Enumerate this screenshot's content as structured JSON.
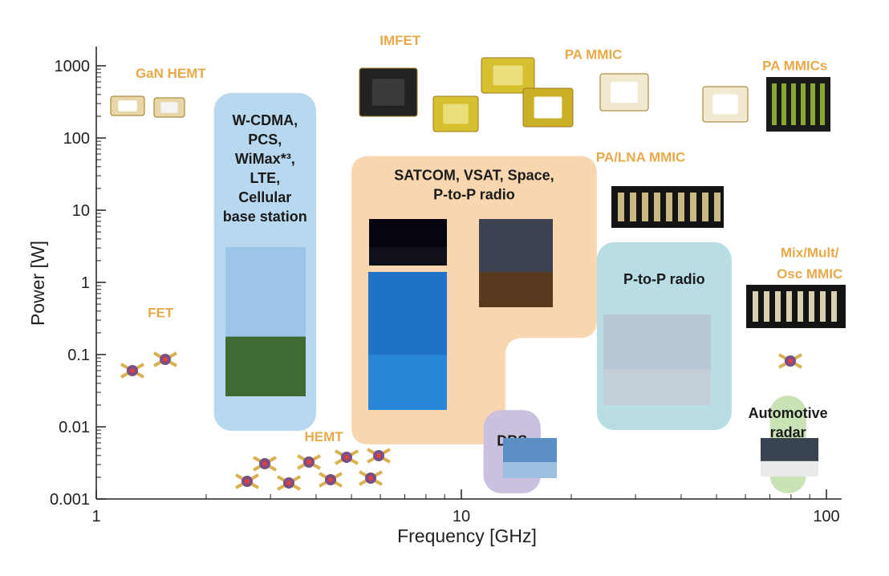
{
  "chart_data": {
    "type": "diagram",
    "xlabel": "Frequency [GHz]",
    "ylabel": "Power [W]",
    "xscale": "log",
    "yscale": "log",
    "xlim": [
      1,
      110
    ],
    "ylim": [
      0.001,
      2000
    ],
    "x_ticks": [
      {
        "value": 1,
        "label": "1"
      },
      {
        "value": 10,
        "label": "10"
      },
      {
        "value": 100,
        "label": "100"
      }
    ],
    "y_ticks": [
      {
        "value": 1000,
        "label": "1000"
      },
      {
        "value": 100,
        "label": "100"
      },
      {
        "value": 10,
        "label": "10"
      },
      {
        "value": 1,
        "label": "1"
      },
      {
        "value": 0.1,
        "label": "0.1"
      },
      {
        "value": 0.01,
        "label": "0.01"
      },
      {
        "value": 0.001,
        "label": "0.001"
      }
    ],
    "regions": [
      {
        "name": "cellular",
        "label_lines": [
          "W-CDMA,",
          "PCS,",
          "WiMax*³,",
          "LTE,",
          "Cellular",
          "base station"
        ],
        "x_range": [
          2.1,
          4.0
        ],
        "y_range": [
          0.0088,
          420
        ],
        "color": "#b7d8ee"
      },
      {
        "name": "satcom",
        "label_lines": [
          "SATCOM, VSAT, Space,",
          "P-to-P radio"
        ],
        "x_range": [
          5.0,
          23.5
        ],
        "y_range": [
          0.0057,
          56
        ],
        "color": "#f8d7b0"
      },
      {
        "name": "dbs",
        "label_lines": [
          "DBS"
        ],
        "x_range": [
          11.5,
          16.5
        ],
        "y_range": [
          0.0012,
          0.017
        ],
        "color": "#cbc1de"
      },
      {
        "name": "p2p-radio",
        "label_lines": [
          "P-to-P radio"
        ],
        "x_range": [
          23.5,
          55
        ],
        "y_range": [
          0.009,
          3.6
        ],
        "color": "#b9dde4"
      },
      {
        "name": "automotive",
        "label_lines": [
          "Automotive",
          "radar"
        ],
        "x_range": [
          70,
          88
        ],
        "y_range": [
          0.0012,
          0.027
        ],
        "color": "#c9e3b7"
      }
    ],
    "device_labels": [
      {
        "name": "gan-hemt",
        "text": "GaN HEMT",
        "x": 1.6,
        "y": 680
      },
      {
        "name": "imfet",
        "text": "IMFET",
        "x": 6.8,
        "y": 1950
      },
      {
        "name": "pa-mmic",
        "text": "PA MMIC",
        "x": 23,
        "y": 1250
      },
      {
        "name": "pa-mmics",
        "text": "PA MMICs",
        "x": 82,
        "y": 870
      },
      {
        "name": "pa-lna-mmic",
        "text": "PA/LNA MMIC",
        "x": 31,
        "y": 47
      },
      {
        "name": "mix-mult-osc-line1",
        "text": "Mix/Mult/",
        "x": 90,
        "y": 2.25
      },
      {
        "name": "mix-mult-osc-line2",
        "text": "Osc MMIC",
        "x": 90,
        "y": 1.13
      },
      {
        "name": "fet",
        "text": "FET",
        "x": 1.5,
        "y": 0.33
      },
      {
        "name": "hemt",
        "text": "HEMT",
        "x": 4.2,
        "y": 0.0063
      }
    ]
  }
}
